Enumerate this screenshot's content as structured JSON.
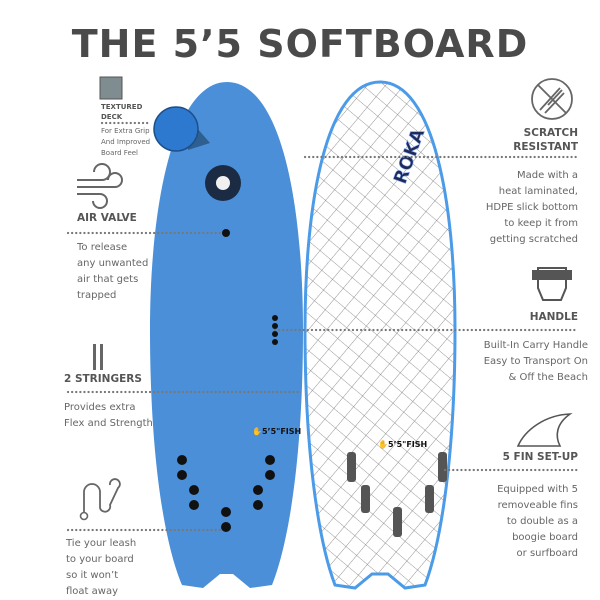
{
  "title": "THE 5’5 SOFTBOARD",
  "colors": {
    "board_blue": "#4b8fd8",
    "text_gray": "#555555",
    "accent_blue": "#2e79d0"
  },
  "features": {
    "textured_deck": {
      "heading_1": "TEXTURED",
      "heading_2": "DECK",
      "lines": [
        "For Extra Grip",
        "And Improved",
        "Board Feel"
      ],
      "icon": "texture-swatch-icon"
    },
    "air_valve": {
      "heading": "AIR VALVE",
      "lines": [
        "To release",
        "any unwanted",
        "air that gets",
        "trapped"
      ],
      "icon": "wind-icon"
    },
    "stringers": {
      "heading": "2 STRINGERS",
      "lines": [
        "Provides extra",
        "Flex and Strength"
      ],
      "icon": "stringers-icon"
    },
    "leash": {
      "lines": [
        "Tie your leash",
        "to your board",
        "so it won’t",
        "float away"
      ],
      "icon": "leash-icon"
    },
    "scratch": {
      "heading_1": "SCRATCH",
      "heading_2": "RESISTANT",
      "lines": [
        "Made with a",
        "heat laminated,",
        "HDPE slick bottom",
        "to keep it from",
        "getting scratched"
      ],
      "icon": "scratch-icon"
    },
    "handle": {
      "heading": "HANDLE",
      "lines": [
        "Built-In Carry Handle",
        "Easy to Transport On",
        "& Off the Beach"
      ],
      "icon": "fist-icon"
    },
    "fins": {
      "heading": "5 FIN SET-UP",
      "lines": [
        "Equipped with 5",
        "removeable fins",
        "to double as a",
        "boogie board",
        "or surfboard"
      ],
      "icon": "fin-icon"
    }
  },
  "board_logo": {
    "model": "5’5\"",
    "name": "FISH"
  }
}
